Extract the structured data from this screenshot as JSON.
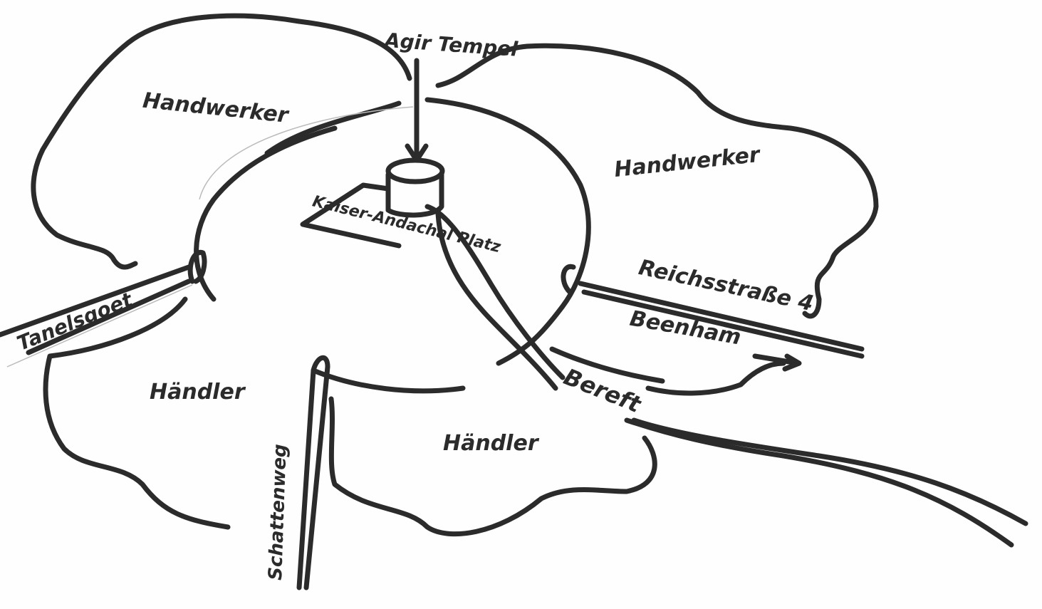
{
  "map": {
    "ink_color": "#2b2b2b",
    "labels": {
      "temple": "Agir Tempel",
      "district_nw": "Handwerker",
      "district_ne": "Handwerker",
      "district_sw": "Händler",
      "district_s": "Händler",
      "square": "Kaiser-Andachal Platz",
      "road_west": "Tanelsgoet",
      "road_east": "Reichsstraße 4",
      "destination_east": "Beenham",
      "river": "Bereft",
      "road_south": "Schattenweg"
    }
  }
}
